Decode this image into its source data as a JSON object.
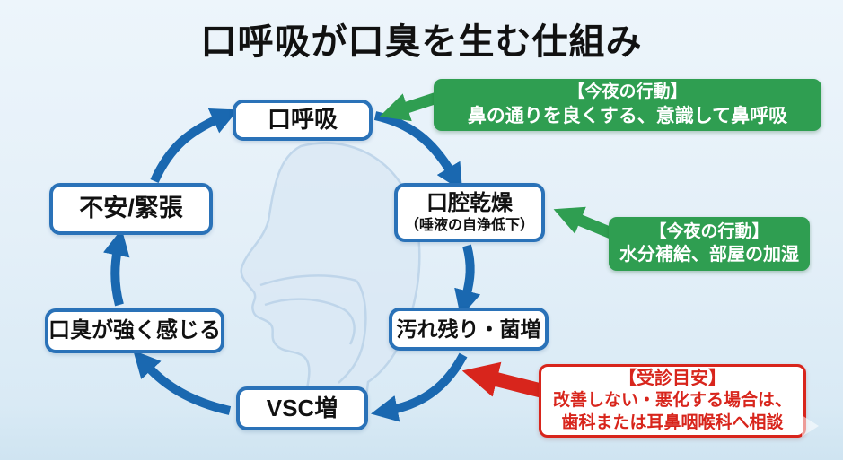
{
  "title": "口呼吸が口臭を生む仕組み",
  "cycle": {
    "nodes": [
      {
        "label": "口呼吸"
      },
      {
        "label": "口腔乾燥",
        "sublabel": "（唾液の自浄低下）"
      },
      {
        "label": "汚れ残り・菌増"
      },
      {
        "label": "VSC増"
      },
      {
        "label": "口臭が強く感じる"
      },
      {
        "label": "不安/緊張"
      }
    ],
    "edges": [
      "口呼吸→口腔乾燥",
      "口腔乾燥→汚れ残り・菌増",
      "汚れ残り・菌増→VSC増",
      "VSC増→口臭が強く感じる",
      "口臭が強く感じる→不安/緊張",
      "不安/緊張→口呼吸"
    ]
  },
  "callouts": {
    "action1": {
      "heading": "【今夜の行動】",
      "body": "鼻の通りを良くする、意識して鼻呼吸"
    },
    "action2": {
      "heading": "【今夜の行動】",
      "body": "水分補給、部屋の加湿"
    },
    "consult": {
      "heading": "【受診目安】",
      "line1": "改善しない・悪化する場合は、",
      "line2": "歯科または耳鼻咽喉科へ相談"
    }
  },
  "colors": {
    "background_top": "#edf5fb",
    "background_bottom": "#cfe4f1",
    "node_border": "#2a72b8",
    "arrow_blue": "#1a68b0",
    "callout_green": "#2f9e51",
    "callout_red": "#d8251c",
    "text_black": "#111111",
    "text_white": "#ffffff"
  }
}
